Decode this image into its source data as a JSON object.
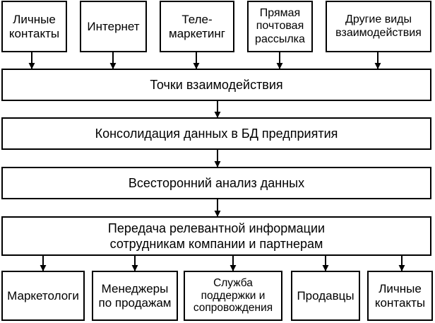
{
  "sources": [
    {
      "label": "Личные\nконтакты"
    },
    {
      "label": "Интернет"
    },
    {
      "label": "Теле-\nмаркетинг"
    },
    {
      "label": "Прямая\nпочтовая\nрассылка"
    },
    {
      "label": "Другие виды\nвзаимодействия"
    }
  ],
  "steps": [
    {
      "label": "Точки взаимодействия"
    },
    {
      "label": "Консолидация данных в БД предприятия"
    },
    {
      "label": "Всесторонний анализ данных"
    },
    {
      "label": "Передача релевантной информации\nсотрудникам компании и партнерам"
    }
  ],
  "targets": [
    {
      "label": "Маркетологи"
    },
    {
      "label": "Менеджеры\nпо продажам"
    },
    {
      "label": "Служба\nподдержки и\nсопровождения"
    },
    {
      "label": "Продавцы"
    },
    {
      "label": "Личные\nконтакты"
    }
  ]
}
